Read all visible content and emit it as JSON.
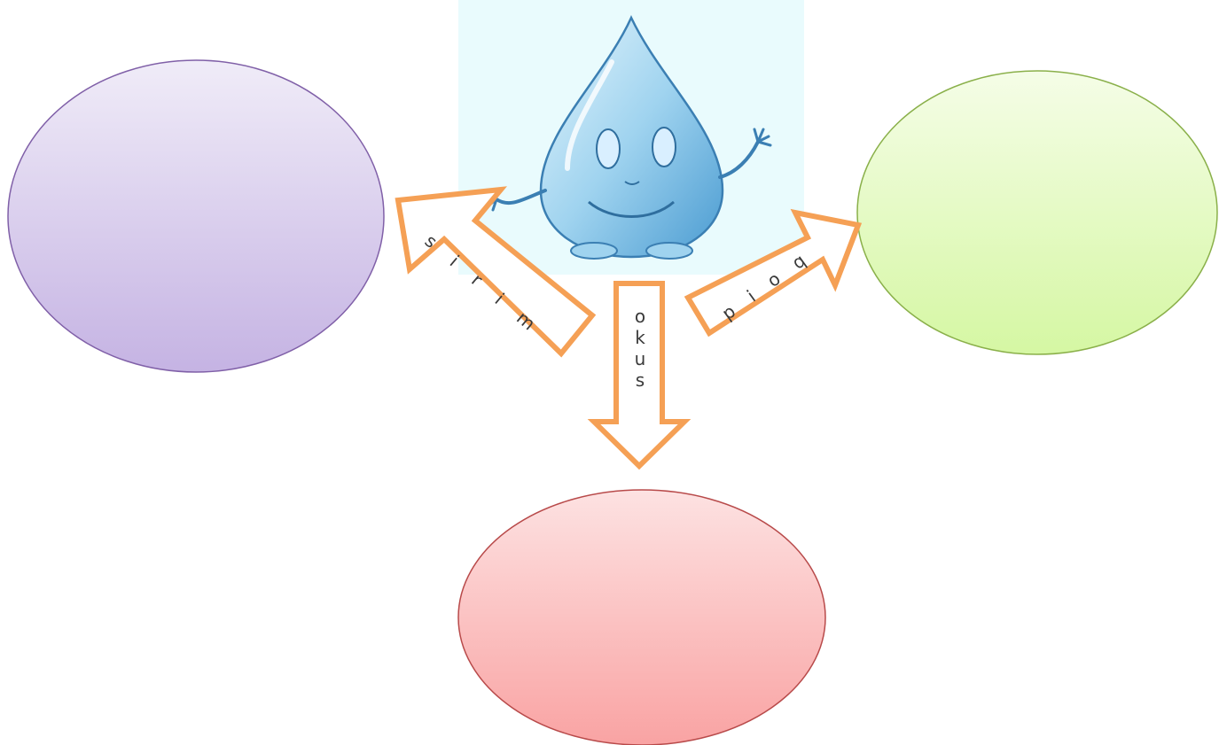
{
  "diagram": {
    "center_image": "water-drop-mascot",
    "arrows": [
      {
        "id": "left",
        "label": "s i r i m",
        "target": "purple-ellipse"
      },
      {
        "id": "down",
        "label": "okus",
        "target": "red-ellipse"
      },
      {
        "id": "right",
        "label": "p i o q",
        "target": "green-ellipse"
      }
    ],
    "colors": {
      "arrow_outline": "#f5a055",
      "purple_top": "#f0ecf8",
      "purple_bottom": "#c5b3e3",
      "purple_stroke": "#8060a8",
      "green_top": "#f5fde7",
      "green_bottom": "#d5f7a3",
      "green_stroke": "#8ab04a",
      "red_top": "#fde2e2",
      "red_bottom": "#f9a3a3",
      "red_stroke": "#b84a4a",
      "image_bg": "#e9fbfd"
    }
  }
}
